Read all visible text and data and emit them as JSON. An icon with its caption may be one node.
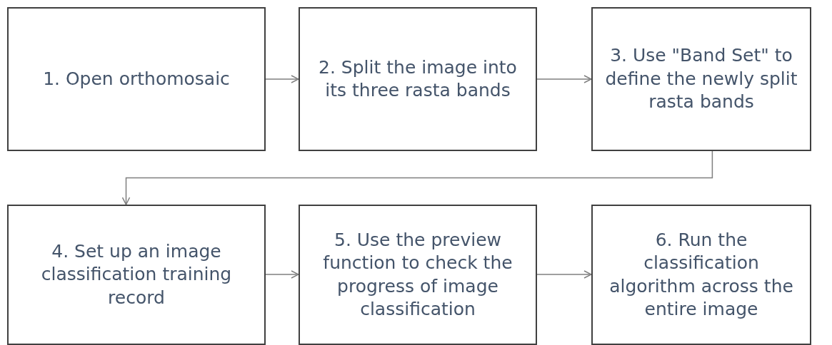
{
  "diagram": {
    "nodes": [
      {
        "text": [
          "1. Open orthomosaic"
        ]
      },
      {
        "text": [
          "2. Split the image into its three rasta bands"
        ]
      },
      {
        "text": [
          "3. Use \"Band Set\" to define the newly split rasta bands"
        ]
      },
      {
        "text": [
          "4. Set up an image classification training record"
        ]
      },
      {
        "text": [
          "5. Use the preview function to check the progress of image classification"
        ]
      },
      {
        "text": [
          "6. Run the classification algorithm across the entire image"
        ]
      }
    ],
    "edges": [
      {
        "from": 0,
        "to": 1,
        "arrow": "to"
      },
      {
        "from": 1,
        "to": 2,
        "arrow": "to"
      },
      {
        "from": 2,
        "to": 3,
        "arrow": "to"
      },
      {
        "from": 3,
        "to": 4,
        "arrow": "to"
      },
      {
        "from": 4,
        "to": 5,
        "arrow": "to"
      }
    ]
  }
}
